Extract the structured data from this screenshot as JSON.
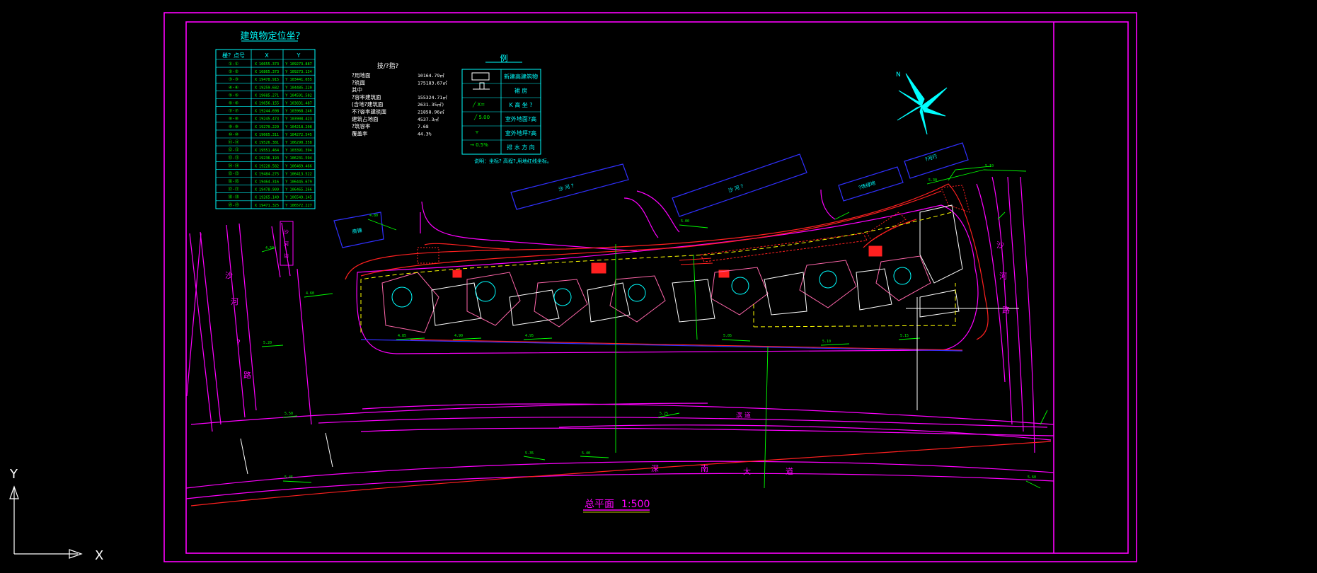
{
  "colors": {
    "background": "#000000",
    "frame": "#ff00ff",
    "table": "#00ffff",
    "green": "#00ff00",
    "red": "#ff2020",
    "blue": "#3030ff",
    "yellow": "#ffff00",
    "white": "#ffffff"
  },
  "coord_table": {
    "title": "建筑物定位坐？",
    "headers": [
      "楼？点号",
      "X",
      "Y"
    ],
    "rows": [
      [
        "①-①",
        "X 16655.373",
        "Y 109273.887"
      ],
      [
        "②-②",
        "X 16865.373",
        "Y 109273.134"
      ],
      [
        "③-③",
        "X 19478.915",
        "Y 103441.055"
      ],
      [
        "④-④",
        "X 19259.682",
        "Y 104485.220"
      ],
      [
        "⑤-⑤",
        "X 19685.271",
        "Y 104591.582"
      ],
      [
        "⑥-⑥",
        "X 19656.155",
        "Y 103831.487"
      ],
      [
        "⑦-⑦",
        "X 19244.698",
        "Y 103968.246"
      ],
      [
        "⑧-⑧",
        "X 19245.473",
        "Y 103908.423"
      ],
      [
        "⑨-⑨",
        "X 19270.229",
        "Y 104218.208"
      ],
      [
        "⑩-⑩",
        "X 19665.311",
        "Y 104272.545"
      ],
      [
        "⑪-⑪",
        "X 19526.381",
        "Y 106290.358"
      ],
      [
        "⑫-⑫",
        "X 19551.464",
        "Y 103391.394"
      ],
      [
        "⑬-⑬",
        "X 19236.193",
        "Y 106231.594"
      ],
      [
        "⑭-⑭",
        "X 19228.582",
        "Y 106469.466"
      ],
      [
        "⑮-⑮",
        "X 19484.275",
        "Y 106413.522"
      ],
      [
        "⑯-⑯",
        "X 19464.316",
        "Y 106445.679"
      ],
      [
        "⑰-⑰",
        "X 19478.909",
        "Y 106465.266"
      ],
      [
        "⑱-⑱",
        "X 19265.149",
        "Y 106549.145"
      ],
      [
        "⑲-⑲",
        "X 19471.325",
        "Y 106572.227"
      ]
    ]
  },
  "tech_index": {
    "title": "技/?指?",
    "rows": [
      [
        "?用地面",
        "10164.79㎡"
      ],
      [
        "?筑面",
        "175183.67㎡"
      ],
      [
        "其中",
        ""
      ],
      [
        "  ?容率建筑面",
        "155324.71㎡"
      ],
      [
        "  (含地?建筑面",
        "2631.35㎡)"
      ],
      [
        "  不?容率建筑面",
        "21858.96㎡"
      ],
      [
        "  建筑占地面",
        "4537.3㎡"
      ],
      [
        "?筑容率",
        "7.68"
      ],
      [
        "覆盖率",
        "44.3%"
      ]
    ]
  },
  "legend": {
    "title": "例",
    "items": [
      "新建高建筑物",
      "裙    房",
      "K 高 坐 ?",
      "室外地面?高",
      "室外地坪?高",
      "排 水 方 向"
    ],
    "note": "说明：坐标?  高程?,用地红线坐标。"
  },
  "labels": {
    "road_left": [
      "沙",
      "河",
      "?",
      "路"
    ],
    "road_right": [
      "沙",
      "河",
      "路"
    ],
    "main_road": [
      "深",
      "南",
      "大",
      "道"
    ],
    "left_small_road": [
      "沙",
      "河",
      "坊"
    ],
    "side_road": "滨 道",
    "bld_1": "沙 河 ?",
    "bld_2": "沙 河 ?",
    "bld_3": "?场绿地",
    "bld_4": "?河行",
    "bld_5": "商铺",
    "north": "N"
  },
  "drawing_title": {
    "name": "总平面",
    "scale": "1:500"
  },
  "ucs": {
    "x": "X",
    "y": "Y"
  }
}
